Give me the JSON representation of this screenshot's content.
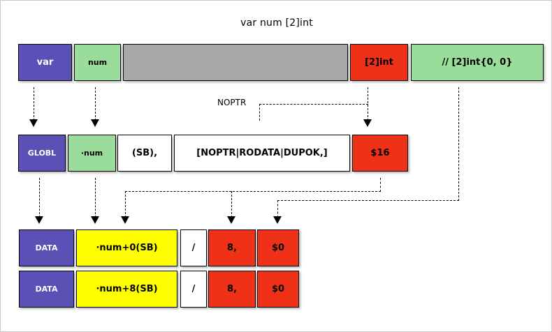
{
  "diagram": {
    "title": "var num [2]int",
    "rows": {
      "declaration": {
        "keyword": "var",
        "name": "num",
        "blank": "",
        "type": "[2]int",
        "comment": "// [2]int{0, 0}"
      },
      "globl": {
        "directive": "GLOBL",
        "symbol": "·num",
        "base": "(SB),",
        "flags": "[NOPTR|RODATA|DUPOK,]",
        "size": "$16"
      },
      "data": [
        {
          "directive": "DATA",
          "symbol": "·num+0(SB)",
          "slash": "/",
          "width": "8,",
          "value": "$0"
        },
        {
          "directive": "DATA",
          "symbol": "·num+8(SB)",
          "slash": "/",
          "width": "8,",
          "value": "$0"
        }
      ]
    },
    "annotations": {
      "noptr": "NOPTR"
    },
    "colors": {
      "blue": "#5a50b5",
      "green": "#9adc9a",
      "gray": "#a8a8a8",
      "red": "#ef3118",
      "yellow": "#ffff00",
      "white": "#ffffff",
      "outline": "#000000",
      "background": "#ffffff"
    }
  }
}
